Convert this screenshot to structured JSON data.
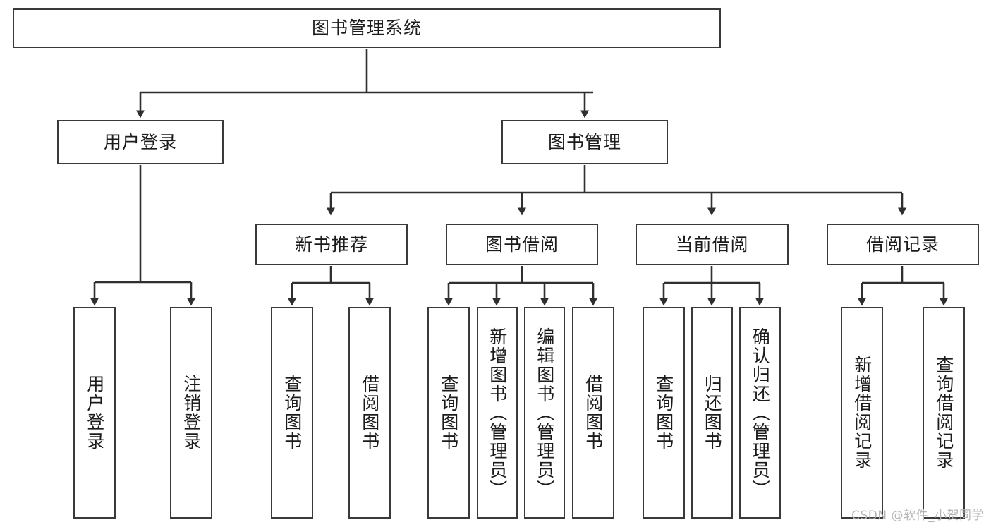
{
  "diagram": {
    "title": "图书管理系统",
    "root": {
      "id": "root",
      "label": "图书管理系统"
    },
    "level1": [
      {
        "id": "user-login",
        "label": "用户登录"
      },
      {
        "id": "book-manage",
        "label": "图书管理"
      }
    ],
    "level2": [
      {
        "id": "new-book-rec",
        "label": "新书推荐",
        "parent": "book-manage"
      },
      {
        "id": "book-borrow",
        "label": "图书借阅",
        "parent": "book-manage"
      },
      {
        "id": "current-borrow",
        "label": "当前借阅",
        "parent": "book-manage"
      },
      {
        "id": "borrow-record",
        "label": "借阅记录",
        "parent": "book-manage"
      }
    ],
    "leaves": [
      {
        "id": "leaf-user-login",
        "label": "用户登录",
        "parent": "user-login"
      },
      {
        "id": "leaf-logout-login",
        "label": "注销登录",
        "parent": "user-login"
      },
      {
        "id": "leaf-query-book-1",
        "label": "查询图书",
        "parent": "new-book-rec"
      },
      {
        "id": "leaf-borrow-book-1",
        "label": "借阅图书",
        "parent": "new-book-rec"
      },
      {
        "id": "leaf-query-book-2",
        "label": "查询图书",
        "parent": "book-borrow"
      },
      {
        "id": "leaf-add-book",
        "label": "新增图书（管理员）",
        "parent": "book-borrow"
      },
      {
        "id": "leaf-edit-book",
        "label": "编辑图书（管理员）",
        "parent": "book-borrow"
      },
      {
        "id": "leaf-borrow-book-2",
        "label": "借阅图书",
        "parent": "book-borrow"
      },
      {
        "id": "leaf-query-book-3",
        "label": "查询图书",
        "parent": "current-borrow"
      },
      {
        "id": "leaf-return-book",
        "label": "归还图书",
        "parent": "current-borrow"
      },
      {
        "id": "leaf-confirm-return",
        "label": "确认归还（管理员）",
        "parent": "current-borrow"
      },
      {
        "id": "leaf-add-record",
        "label": "新增借阅记录",
        "parent": "borrow-record"
      },
      {
        "id": "leaf-query-record",
        "label": "查询借阅记录",
        "parent": "borrow-record"
      }
    ],
    "colors": {
      "border": "#3a3a3a",
      "text": "#1b1b1b",
      "background": "#ffffff",
      "edge": "#2f2f2f",
      "watermark": "#b6b6b6"
    }
  },
  "watermark": {
    "text": "CSDN @软件_小贺同学"
  }
}
